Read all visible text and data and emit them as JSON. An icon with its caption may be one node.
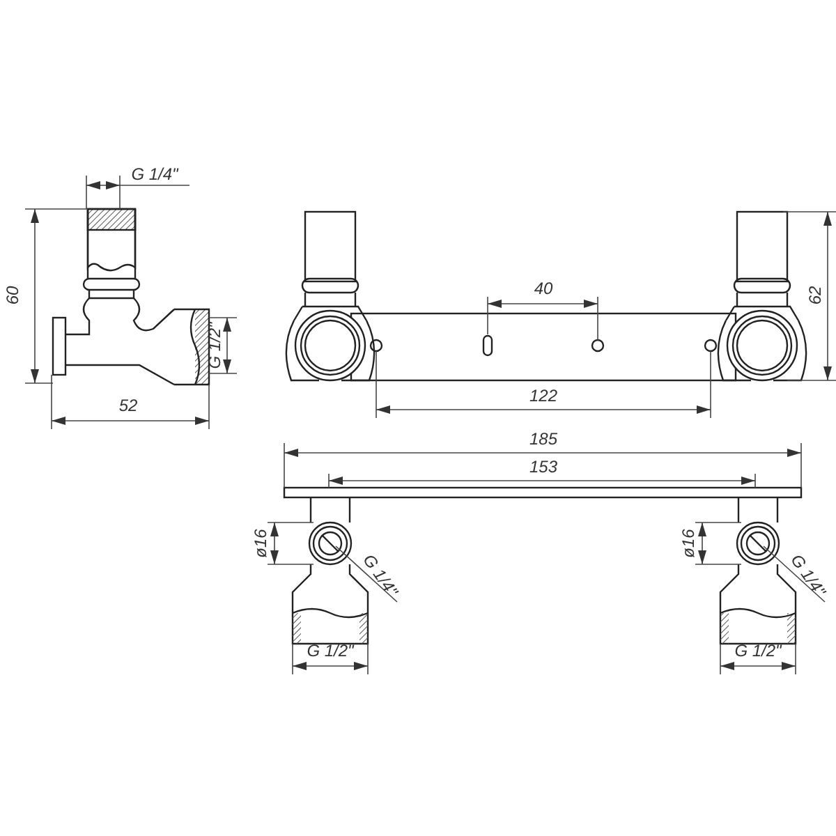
{
  "diagram": {
    "labels": [
      "G 1/4\"",
      "60",
      "G 1/2\"",
      "52",
      "40",
      "62",
      "122",
      "185",
      "153",
      "ø16",
      "G 1/4\"",
      "G 1/2\"",
      "ø16",
      "G 1/4\"",
      "G 1/2\""
    ]
  }
}
